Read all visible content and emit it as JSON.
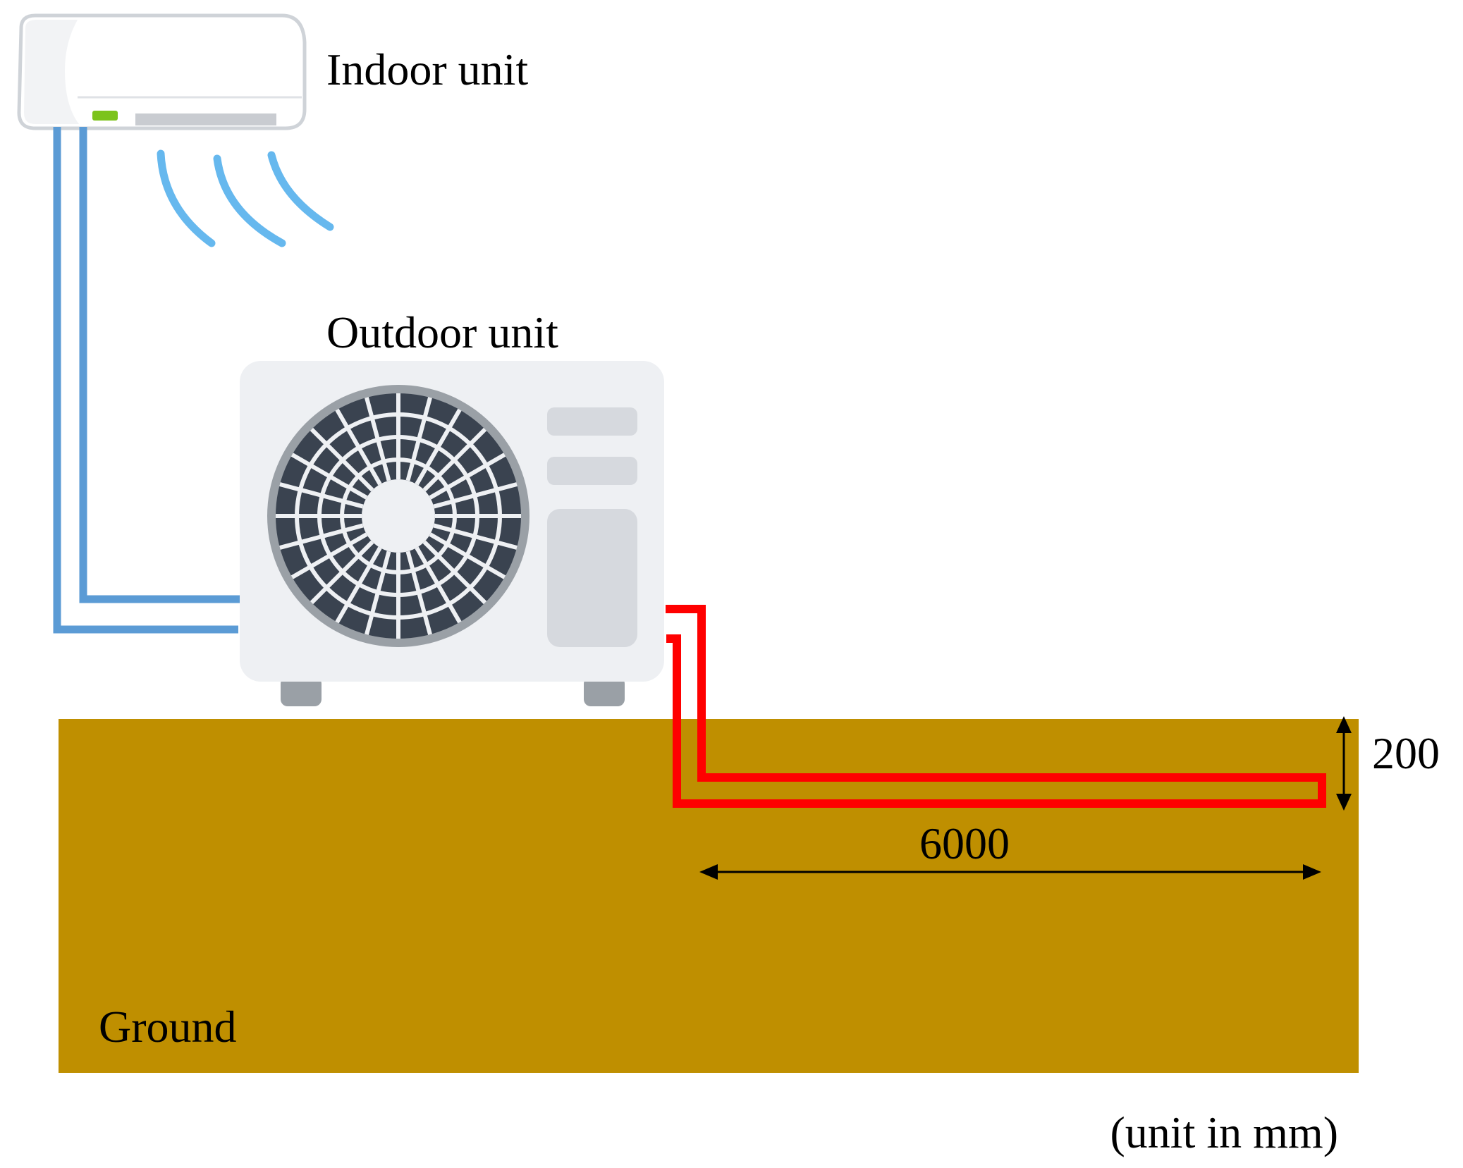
{
  "labels": {
    "indoor_unit": "Indoor unit",
    "outdoor_unit": "Outdoor unit",
    "ground": "Ground",
    "units_note": "(unit in mm)"
  },
  "dimensions": {
    "depth": {
      "value": "200"
    },
    "length": {
      "value": "6000"
    }
  },
  "colors": {
    "ground": "#BF8F00",
    "refrigerant_pipe": "#5B9BD5",
    "ground_pipe": "#FF0000",
    "unit_body": "#EEF0F3",
    "fan_grille": "#3A4350",
    "airflow": "#66B8EE",
    "led": "#7CC31C"
  },
  "icons": [
    "indoor-unit-icon",
    "outdoor-unit-icon",
    "fan-icon",
    "airflow-icon"
  ]
}
